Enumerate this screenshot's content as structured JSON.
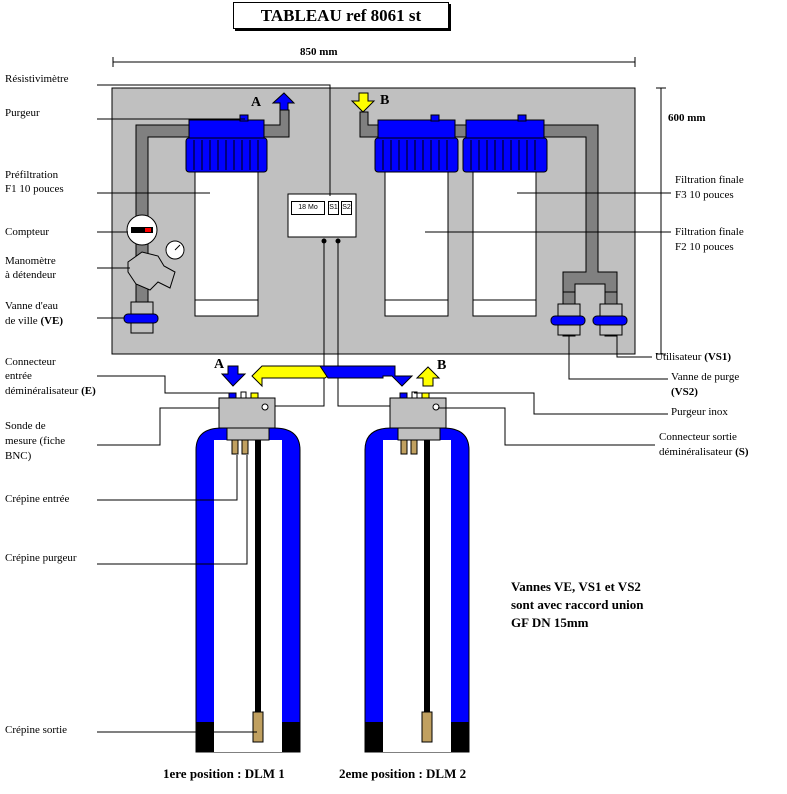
{
  "title": "TABLEAU ref 8061 st",
  "dimensions": {
    "width": "850 mm",
    "height": "600 mm"
  },
  "panel": {
    "label_a": "A",
    "label_b": "B",
    "meter_display": "18 Mo",
    "meter_key_1": "S1",
    "meter_key_2": "S2"
  },
  "labels_left": {
    "resistivimetre": "Résistivimètre",
    "purgeur": "Purgeur",
    "prefiltration_1": "Préfiltration",
    "prefiltration_2": "F1  10 pouces",
    "compteur": "Compteur",
    "manometre_1": "Manomètre",
    "manometre_2": "à détendeur",
    "vanne_ve_1": "Vanne d'eau",
    "vanne_ve_2": "de ville",
    "vanne_ve_code": "(VE)",
    "connecteur_e_1": "Connecteur",
    "connecteur_e_2": "entrée",
    "connecteur_e_3": "déminéralisateur",
    "connecteur_e_code": "(E)",
    "sonde_1": "Sonde de",
    "sonde_2": "mesure (fiche",
    "sonde_3": "BNC)",
    "crepine_entree": "Crépine entrée",
    "crepine_purgeur": "Crépine purgeur",
    "crepine_sortie": "Crépine sortie"
  },
  "labels_right": {
    "f3_1": "Filtration finale",
    "f3_2": "F3  10 pouces",
    "f2_1": "Filtration finale",
    "f2_2": "F2  10 pouces",
    "utilisateur": "Utilisateur",
    "utilisateur_code": "(VS1)",
    "vanne_purge": "Vanne de purge",
    "vanne_purge_code": "(VS2)",
    "purgeur_inox": "Purgeur inox",
    "connecteur_s_1": "Connecteur sortie",
    "connecteur_s_2": "déminéralisateur",
    "connecteur_s_code": "(S)"
  },
  "tanks": {
    "label_a": "A",
    "label_b": "B",
    "position_1": "1ere position : DLM 1",
    "position_2": "2eme position : DLM 2"
  },
  "note": "Vannes VE, VS1 et VS2\nsont avec raccord union\nGF DN 15mm",
  "colors": {
    "panel": "#c0c0c0",
    "housing_blue": "#0000ff",
    "arrow_blue": "#0000ff",
    "arrow_yellow": "#ffff00",
    "pipe_gray": "#808080",
    "tank_black": "#000000"
  }
}
